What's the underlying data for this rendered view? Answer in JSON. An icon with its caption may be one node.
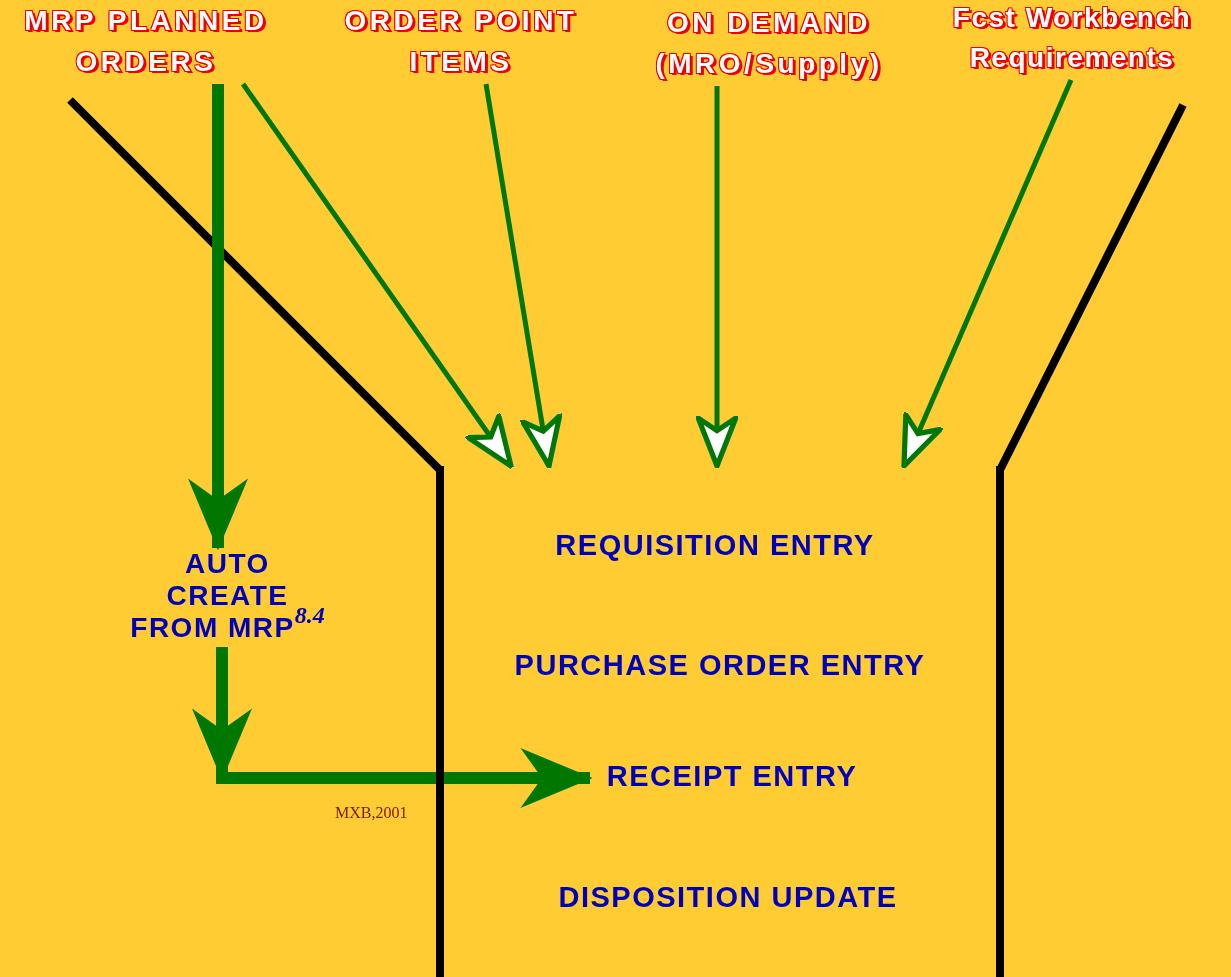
{
  "diagram": {
    "nodes": [
      {
        "text": [
          "MRP PLANNED ORDERS"
        ]
      },
      {
        "text": [
          "ORDER POINT ITEMS"
        ]
      },
      {
        "text": [
          "ON DEMAND (MRO/Supply)"
        ]
      },
      {
        "text": [
          "Fcst Workbench Requirements"
        ]
      },
      {
        "text": [],
        "shape": "funnel"
      },
      {
        "text": [
          "REQUISITION ENTRY"
        ],
        "in": 4
      },
      {
        "text": [
          "PURCHASE ORDER ENTRY"
        ],
        "in": 4
      },
      {
        "text": [
          "RECEIPT ENTRY"
        ],
        "in": 4
      },
      {
        "text": [
          "DISPOSITION UPDATE"
        ],
        "in": 4
      },
      {
        "text": [
          "AUTO CREATE FROM MRP$^{8.4}$"
        ]
      }
    ],
    "edges": [
      {
        "from": 0,
        "to": 9,
        "arrow": "to",
        "style": "thick"
      },
      {
        "from": 0,
        "to": 4,
        "arrow": "to"
      },
      {
        "from": 1,
        "to": 4,
        "arrow": "to"
      },
      {
        "from": 2,
        "to": 4,
        "arrow": "to"
      },
      {
        "from": 3,
        "to": 4,
        "arrow": "to"
      },
      {
        "from": 9,
        "to": 7,
        "arrow": "to",
        "style": "thick"
      }
    ],
    "labels": [
      "MXB,2001"
    ]
  }
}
